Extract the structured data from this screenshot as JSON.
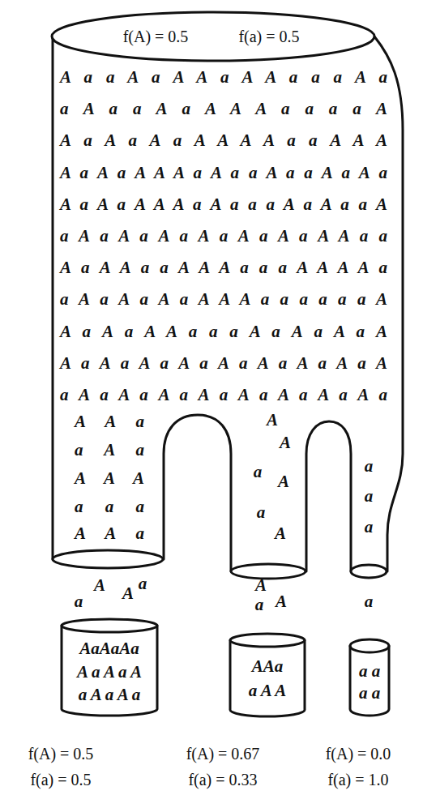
{
  "diagram": {
    "nodes": [
      {
        "text": [
          "f(A) = 0.5",
          "f(a) = 0.5",
          "A a a A a A A a A A a a a A a",
          "a A a a A a A A A a a a a A",
          "A a A a A a A A A A a a A A A",
          "A a A a A A A a A a a A a a A a A a",
          "A a A a A A A a A a a a A a A a a A",
          "a A a A a A a A a A a A a A A a a",
          "A a A A a a A A A a a a A A A A a",
          "a A a A a A a A A A a a a a a a A",
          "A a A a A A a a a A a A a A a A",
          "A a A a A a A a A a A a A a A a A",
          "a A a A a A a A a A a A a A a A a",
          "A A a",
          "a A a",
          "A A A",
          "a a a",
          "A A a",
          "A",
          "A",
          "a",
          "A",
          "a",
          "A",
          "a",
          "a",
          "a"
        ]
      },
      {
        "text": [
          "AaAaAa",
          "A a A a A",
          "a A a A a"
        ]
      },
      {
        "text": [
          "AAa",
          "a A A"
        ]
      },
      {
        "text": [
          "a a",
          "a a"
        ]
      }
    ],
    "labels": [
      "a",
      "A",
      "A",
      "a",
      "A",
      "a",
      "A",
      "a",
      "f(A) = 0.5",
      "f(A) = 0.67",
      "f(A) = 0.0",
      "f(a) = 0.5",
      "f(a) = 0.33",
      "f(a) = 1.0"
    ]
  }
}
